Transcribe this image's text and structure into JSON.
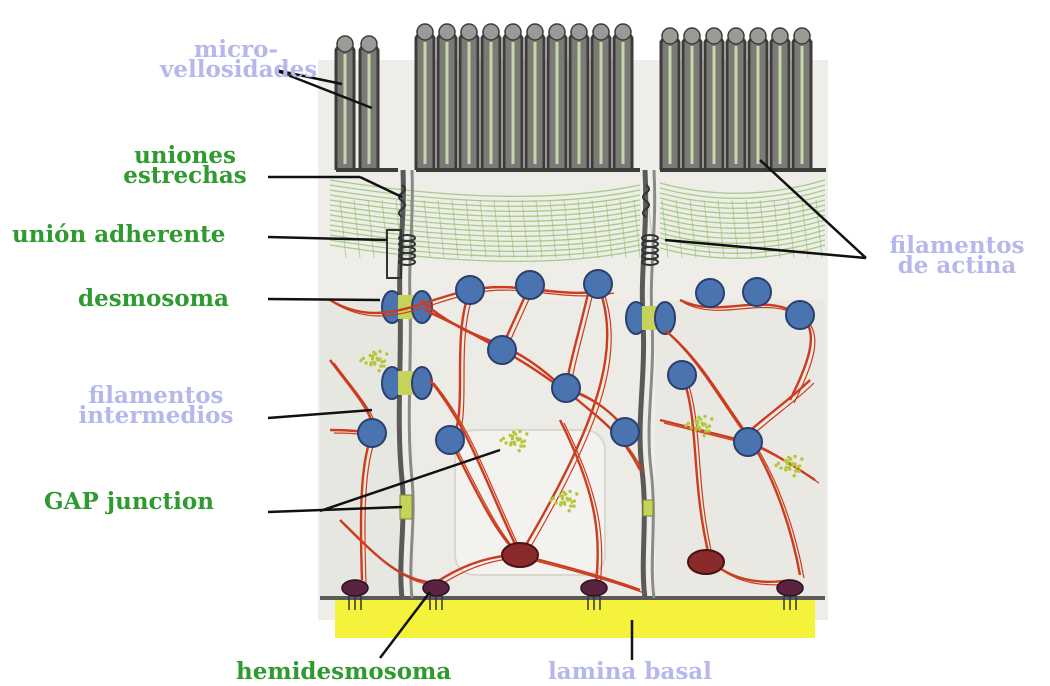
{
  "diagram": {
    "labels": {
      "microvilli": "micro-\nvellosidades",
      "tight_junctions": "uniones\nestrechas",
      "adherens_junction": "unión adherente",
      "desmosome": "desmosoma",
      "intermediate_filaments": "filamentos\nintermedios",
      "gap_junction": "GAP junction",
      "hemidesmosome": "hemidesmosoma",
      "basal_lamina": "lamina basal",
      "actin_filaments": "filamentos\nde actina"
    },
    "colors": {
      "green_label": "#2f9a2f",
      "lavender_label": "#b6b8ec",
      "keratin": "#cc3c1e",
      "nucleus_blue": "#4a74b0",
      "actin": "#8fc06a",
      "basal_lamina": "#f4f23a",
      "membrane": "#5a5a5a"
    }
  }
}
